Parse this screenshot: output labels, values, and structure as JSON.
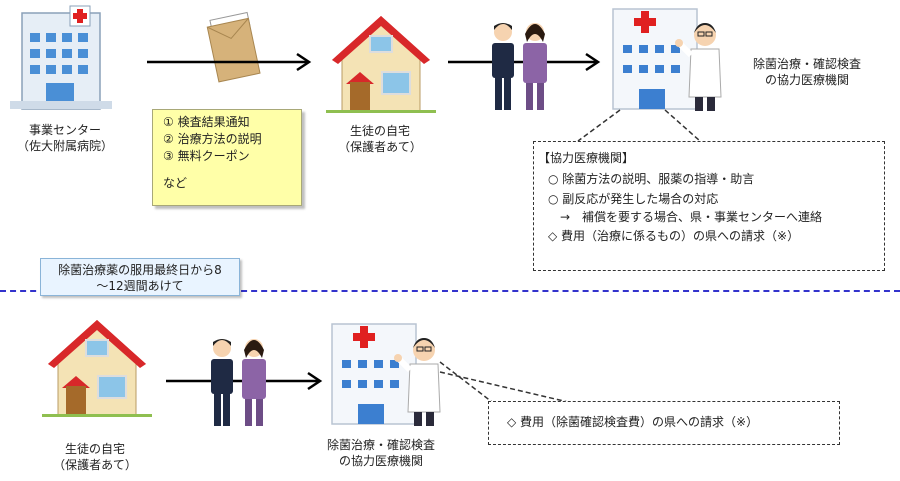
{
  "top_row": {
    "center_label_1": "事業センター",
    "center_label_2": "（佐大附属病院）",
    "home_label_1": "生徒の自宅",
    "home_label_2": "（保護者あて）",
    "hospital_label_1": "除菌治療・確認検査",
    "hospital_label_2": "の協力医療機関"
  },
  "documents_note": {
    "items": [
      "① 検査結果通知",
      "② 治療方法の説明",
      "③ 無料クーポン"
    ],
    "etc": "など"
  },
  "hospital_role_box": {
    "title": "【協力医療機関】",
    "lines": [
      "○ 除菌方法の説明、服薬の指導・助言",
      "○ 副反応が発生した場合の対応",
      "　→　補償を要する場合、県・事業センターへ連絡",
      "◇ 費用（治療に係るもの）の県への請求（※）"
    ]
  },
  "interval_note": {
    "line1": "除菌治療薬の服用最終日から8",
    "line2": "～12週間あけて"
  },
  "bottom_row": {
    "home_label_1": "生徒の自宅",
    "home_label_2": "（保護者あて）",
    "hospital_label_1": "除菌治療・確認検査",
    "hospital_label_2": "の協力医療機関"
  },
  "billing_box": {
    "text": "◇ 費用（除菌確認検査費）の県への請求（※）"
  },
  "colors": {
    "separator": "#3333cc",
    "note_yellow": "#ffffa8",
    "note_blue": "#e9f4ff",
    "roof_red": "#d8282a",
    "cross_red": "#e02020"
  }
}
